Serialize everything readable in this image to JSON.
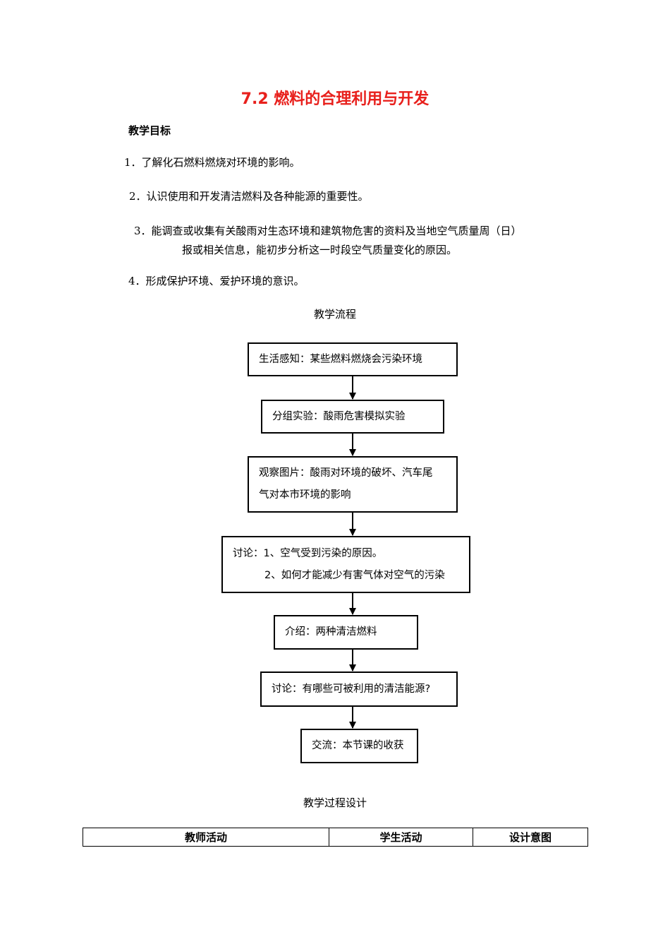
{
  "title": "7.2 燃料的合理利用与开发",
  "objectives": {
    "heading": "教学目标",
    "items": [
      "1．了解化石燃料燃烧对环境的影响。",
      "2．认识使用和开发清洁燃料及各种能源的重要性。",
      "3．能调查或收集有关酸雨对生态环境和建筑物危害的资料及当地空气质量周（日）",
      "报或相关信息，能初步分析这一时段空气质量变化的原因。",
      "4．形成保护环境、爱护环境的意识。"
    ]
  },
  "flowchart": {
    "caption": "教学流程",
    "steps": [
      {
        "lines": [
          "生活感知：某些燃料燃烧会污染环境"
        ]
      },
      {
        "lines": [
          "分组实验：酸雨危害模拟实验"
        ]
      },
      {
        "lines": [
          "观察图片：酸雨对环境的破坏、汽车尾",
          "气对本市环境的影响"
        ]
      },
      {
        "lines": [
          "讨论：1、空气受到污染的原因。",
          "2、如何才能减少有害气体对空气的污染"
        ]
      },
      {
        "lines": [
          "介绍：两种清洁燃料"
        ]
      },
      {
        "lines": [
          "讨论：有哪些可被利用的清洁能源?"
        ]
      },
      {
        "lines": [
          "交流：本节课的收获"
        ]
      }
    ]
  },
  "process": {
    "caption": "教学过程设计",
    "columns": [
      "教师活动",
      "学生活动",
      "设计意图"
    ]
  }
}
